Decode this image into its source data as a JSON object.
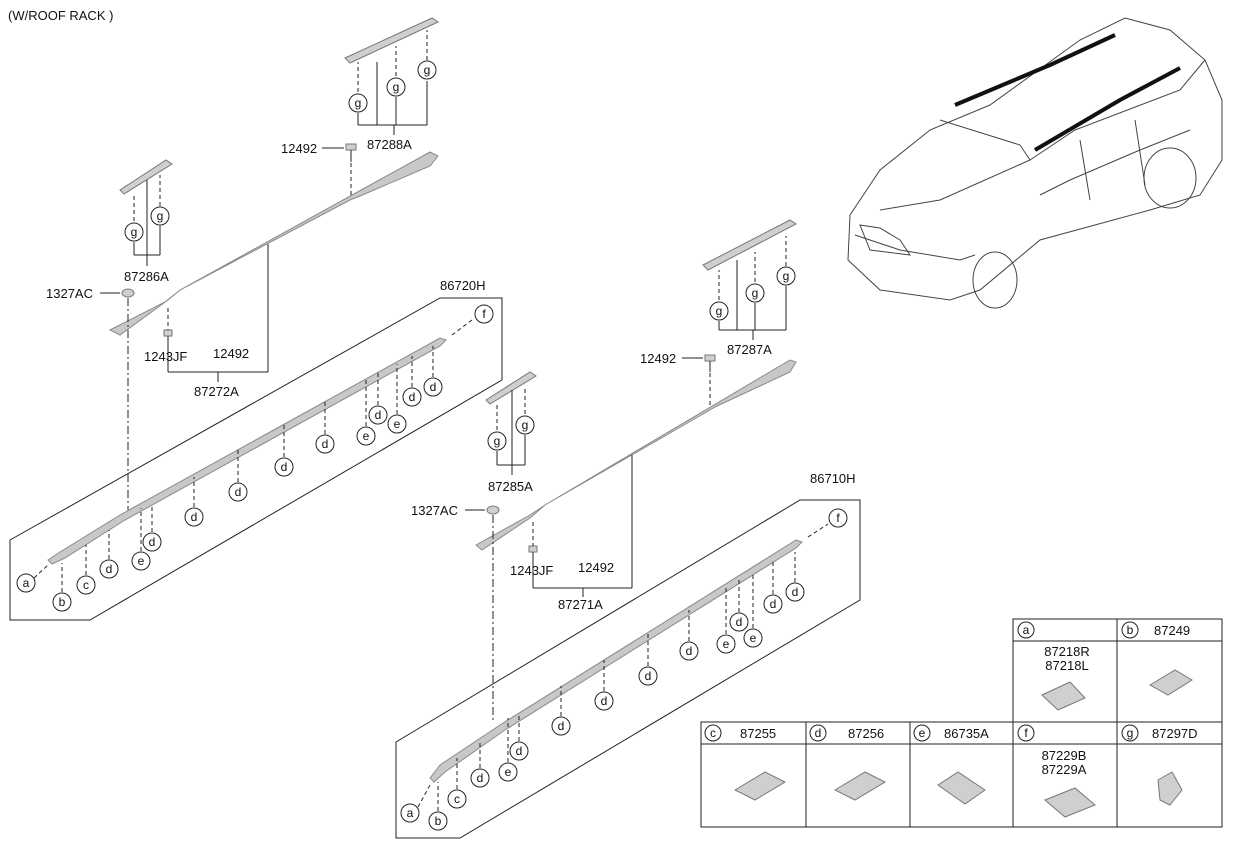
{
  "heading": "(W/ROOF RACK )",
  "callout_letters": {
    "a": "a",
    "b": "b",
    "c": "c",
    "d": "d",
    "e": "e",
    "f": "f",
    "g": "g"
  },
  "labels": {
    "l_87288A": "87288A",
    "l_12492_a": "12492",
    "l_87286A": "87286A",
    "l_1327AC_a": "1327AC",
    "l_1243JF_a": "1243JF",
    "l_12492_b": "12492",
    "l_87272A": "87272A",
    "l_86720H": "86720H",
    "l_87287A": "87287A",
    "l_12492_c": "12492",
    "l_87285A": "87285A",
    "l_1327AC_b": "1327AC",
    "l_1243JF_b": "1243JF",
    "l_12492_d": "12492",
    "l_87271A": "87271A",
    "l_86710H": "86710H"
  },
  "legend": [
    {
      "letter": "a",
      "parts": [
        "87218R",
        "87218L"
      ]
    },
    {
      "letter": "b",
      "parts": [
        "87249"
      ]
    },
    {
      "letter": "c",
      "parts": [
        "87255"
      ]
    },
    {
      "letter": "d",
      "parts": [
        "87256"
      ]
    },
    {
      "letter": "e",
      "parts": [
        "86735A"
      ]
    },
    {
      "letter": "f",
      "parts": [
        "87229B",
        "87229A"
      ]
    },
    {
      "letter": "g",
      "parts": [
        "87297D"
      ]
    }
  ]
}
